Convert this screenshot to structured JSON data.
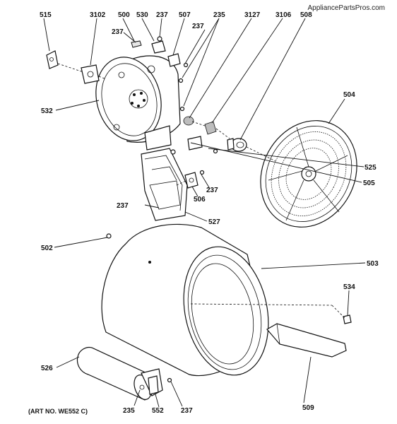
{
  "watermark": "AppliancePartsPros.com",
  "art_number": "(ART NO. WE552 C)",
  "callouts": {
    "c515": "515",
    "c3102": "3102",
    "c500": "500",
    "c530": "530",
    "c237_top": "237",
    "c507": "507",
    "c235_top": "235",
    "c3127": "3127",
    "c3106": "3106",
    "c508": "508",
    "c237_left": "237",
    "c237_mid": "237",
    "c532": "532",
    "c504": "504",
    "c525": "525",
    "c237_right": "237",
    "c505": "505",
    "c506": "506",
    "c237_support": "237",
    "c527": "527",
    "c502": "502",
    "c503": "503",
    "c534": "534",
    "c526": "526",
    "c235_bottom": "235",
    "c552": "552",
    "c237_bottom": "237",
    "c509": "509"
  }
}
